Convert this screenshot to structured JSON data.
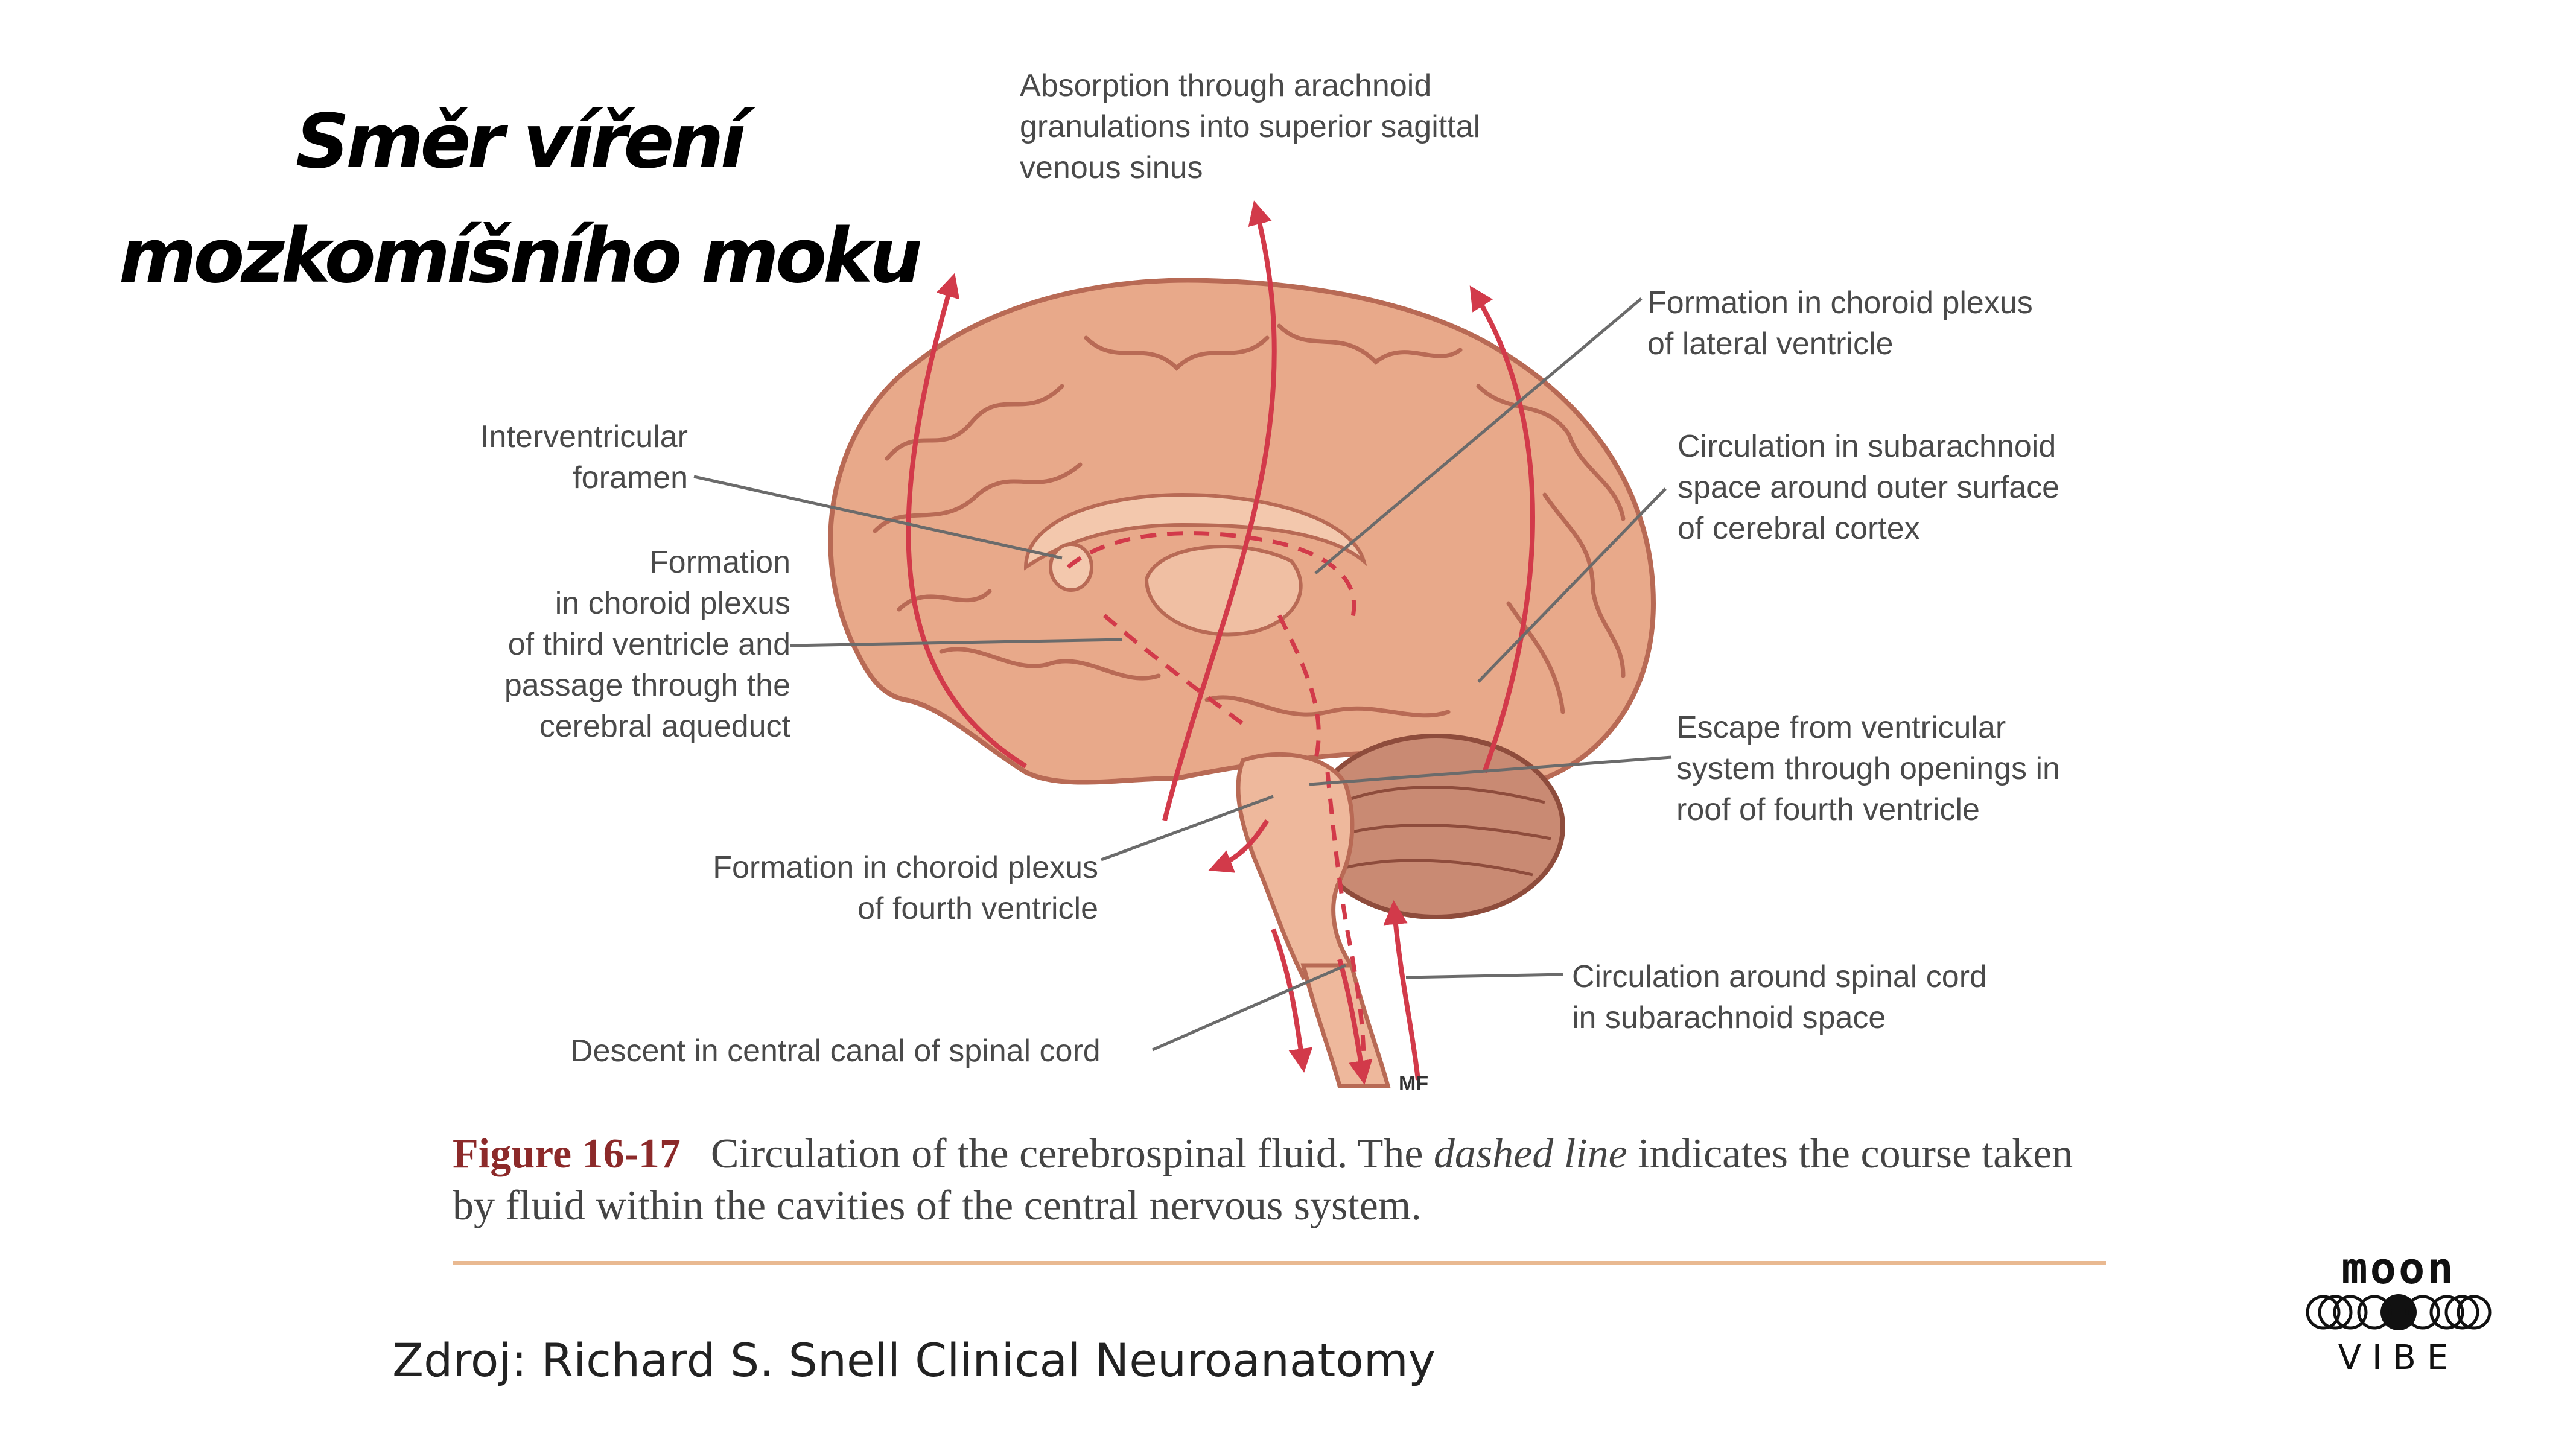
{
  "title": {
    "line1": "Směr víření",
    "line2": "mozkomíšního moku"
  },
  "labels": {
    "absorption": [
      "Absorption through arachnoid",
      "granulations into superior sagittal",
      "venous sinus"
    ],
    "lateral": [
      "Formation in choroid plexus",
      "of lateral ventricle"
    ],
    "interventricular": [
      "Interventricular",
      "foramen"
    ],
    "subarachnoid_outer": [
      "Circulation in subarachnoid",
      "space around outer surface",
      "of cerebral cortex"
    ],
    "third_ventricle": [
      "Formation",
      "in choroid plexus",
      "of third ventricle and",
      "passage through the",
      "cerebral aqueduct"
    ],
    "escape": [
      "Escape from ventricular",
      "system through openings in",
      "roof of fourth ventricle"
    ],
    "fourth_ventricle": [
      "Formation in choroid plexus",
      "of fourth ventricle"
    ],
    "spinal_circulation": [
      "Circulation around spinal cord",
      "in subarachnoid space"
    ],
    "descent": [
      "Descent in central canal of spinal cord"
    ],
    "signature": "MF"
  },
  "caption": {
    "figure": "Figure 16-17",
    "text_before": "Circulation of the cerebrospinal fluid. The ",
    "emphasis": "dashed line",
    "text_after": " indicates the course taken by fluid within the cavities of the central nervous system."
  },
  "source": "Zdroj: Richard S. Snell Clinical Neuroanatomy",
  "logo": {
    "top": "moon",
    "bottom": "VIBE"
  },
  "colors": {
    "arrow": "#d23a4a",
    "brain": "#e8a98a",
    "brain_dark": "#b86a55",
    "caption_figure": "#8c2a2a",
    "rule": "#e9b991"
  }
}
